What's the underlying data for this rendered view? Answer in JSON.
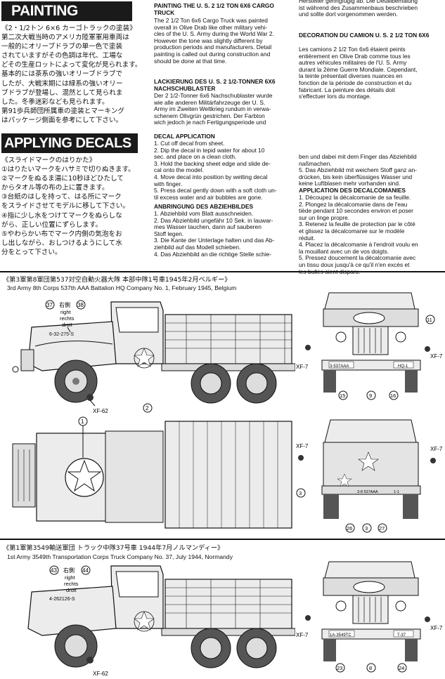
{
  "painting": {
    "header": "PAINTING",
    "jp_lines": [
      "《2・1/2トン 6×6 カーゴトラックの塗装》",
      "第二次大戦当時のアメリカ陸軍軍用車両は",
      "一般的にオリーブドラブの単一色で塗装",
      "されていますがその色調は年代、工場な",
      "どその生産ロットによって変化が見られます。",
      "基本的には茶系の強いオリーブドラブで",
      "したが、大戦末期には緑系の強いオリー",
      "ブドラブが登場し、混然として見られま",
      "した。冬季迷彩なども見られます。",
      "第91歩兵師団所属車の塗装とマーキング",
      "はパッケージ側面を参考にして下さい。"
    ]
  },
  "decals": {
    "header": "APPLYING DECALS",
    "jp_lines": [
      "《スライドマークのはりかた》",
      "①はりたいマークをハサミで切りぬきます。",
      "②マークをぬるま湯に10秒ほどひたして",
      "からタオル等の布の上に置きます。",
      "③台紙のはしを持って、はる所にマーク",
      "をスライドさせてモデルに移して下さい。",
      "④指に少し水をつけてマークをぬらしな",
      "がら、正しい位置にずらします。",
      "⑤やわらかい布でマーク内側の気泡をお",
      "し出しながら、おしつけるようにして水",
      "分をとって下さい。"
    ]
  },
  "col2": {
    "painting_title": "PAINTING THE U. S. 2 1/2 TON 6X6 CARGO TRUCK",
    "painting_lines": [
      "The 2 1/2 Ton 6x6 Cargo Truck was painted",
      "overall in Olive Drab like other military vehi-",
      "cles of the U. S. Army during the World War 2.",
      "However the tone was slightly different by",
      "production periods and manufacturers. Detail",
      "painting is called out during construction and",
      "should be done at that time."
    ],
    "lack_title": "LACKIERUNG DES U. S. 2 1/2-TONNER 6X6 NACHSCHUBLASTER",
    "lack_lines": [
      "Der 2 1/2-Tonner 6x6 Nachschublaster wurde",
      "wie alle anderen Militärfahrzeuge der U. S.",
      "Army im Zweiten Weltkrieg rundum in verwa-",
      "schenem Olivgrün gestrichen. Der Farbton",
      "wich jedoch je nach Fertigungsperiode und"
    ],
    "decal_title": "DECAL APPLICATION",
    "decal_lines": [
      "1. Cut off decal from sheet.",
      "2. Dip the decal in tepid water for about 10",
      "sec. and place on a clean cloth.",
      "3. Hold the backing sheet edge and slide de-",
      "cal onto the model.",
      "4. Move decal into position by wetting decal",
      "with finger.",
      "5. Press decal gently down with a soft cloth un-",
      "til excess water and air bubbles are gone."
    ],
    "anbr_title": "ANBRINGUNG DES ABZIEHBILDES",
    "anbr_lines": [
      "1. Abziehbild vom Blatt ausschneiden.",
      "2. Das Abziehbild ungefähr 10 Sek. in lauwar-",
      "mes Wasser tauchen, dann auf sauberen",
      "Stoff legen.",
      "3. Die Kante der Unterlage halten und das Ab-",
      "ziehbild auf das Modell schieben.",
      "4. Das Abziehbild an die richtige Stelle schie-"
    ]
  },
  "col3": {
    "top_lines": [
      "Hersteller geringfügig ab. Die Detailbemalung",
      "ist während des Zusammenbaus beschrieben",
      "und sollte dort vorgenommen werden."
    ],
    "deco_title": "DECORATION DU CAMION U. S. 2 1/2 TON 6X6",
    "deco_lines": [
      "Les camions 2 1/2 Ton 6x6 étaient peints",
      "entièrement en Olive Drab comme tous les",
      "autres véhicules militaires de l'U. S. Army",
      "durant la 2ème Guerre Mondiale. Cependant,",
      "la teinte présentait diverses nuances en",
      "fonction de la période de construction et du",
      "fabricant. La peinture des détails doit",
      "s'effectuer lors du montage."
    ],
    "cont_lines": [
      "ben und dabei mit dem Finger das Abziehbild",
      "naßmachen.",
      "5. Das Abziehbild mit weichem Stoff ganz an-",
      "drücken, bis kein überflüssiges Wasser und",
      "keine Luftblasen mehr vorhanden sind."
    ],
    "pose_title": "APPLICATION DES DECALCOMANIES",
    "pose_lines": [
      "1. Découpez la décalcomanie de sa feuille.",
      "2. Plongez la décalcomanie dans de l'eau",
      "tiède pendant 10 secondes environ et poser",
      "sur un linge propre.",
      "3. Retenez la feuille de protection par le côté",
      "et glissez la décalcomanie sur le modèle",
      "réduit.",
      "4. Placez la décalcomanie à l'endroit voulu en",
      "la mouillant avec un de vos doigts.",
      "5. Pressez doucement la décalcomanie avec",
      "un tissu doux jusqu'à ce qu'il n'en excès et",
      "les bulles aient disparu."
    ]
  },
  "section1": {
    "caption_jp": "《第3軍第8軍団第537対空自動火器大隊 本部中隊1号車1945年2月ベルギー》",
    "caption_en": "3rd Army 8th Corps 537th AAA Battalion HQ Company No. 1, February 1945, Belgium",
    "side": {
      "left_num": "37",
      "right_num": "38",
      "jp": "右側",
      "en1": "right",
      "en2": "rechts",
      "fr": "droit",
      "bumper_text": "6-32-275-S",
      "xf": "XF-62",
      "num2": "2",
      "num1": "1"
    },
    "front": {
      "num11": "11",
      "xf_left": "XF-7",
      "xf_right": "XF-7",
      "plate_left": "3-537AAA",
      "plate_right": "HQ-1",
      "n15": "15",
      "n9": "9",
      "n16": "16"
    },
    "rear": {
      "xf_left": "XF-7",
      "xf_right": "XF-7",
      "n3": "3",
      "n26": "26",
      "n3b": "3",
      "n27": "27",
      "plate_left": "3-8 537AAA",
      "plate_right": "1-1"
    }
  },
  "section2": {
    "caption_jp": "《第1軍第3549輸送軍団 トラック中隊37号車 1944年7月ノルマンディー》",
    "caption_en": "1st Army 3549th Transportation Corps Truck Company No. 37, July 1944, Normandy",
    "side": {
      "left_num": "43",
      "right_num": "44",
      "jp": "右側",
      "en1": "right",
      "en2": "rechts",
      "fr": "droit",
      "bumper_text": "4-262126-S",
      "xf": "XF-62"
    },
    "front": {
      "xf_left": "XF-7",
      "xf_right": "XF-7",
      "plate_left": "1A-3549TC",
      "plate_right": "T-37",
      "n23": "23",
      "n8": "8",
      "n24": "24"
    }
  },
  "colors": {
    "ink": "#111111",
    "header_bg": "#1a1a1a",
    "vehicle_fill": "#ececec",
    "dark_fill": "#333333"
  }
}
